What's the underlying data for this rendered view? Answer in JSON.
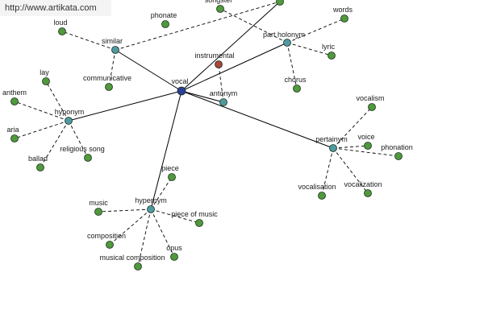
{
  "site_url": "http://www.artikata.com",
  "colors": {
    "center": "#2a3f9a",
    "hub": "#4f9aa0",
    "leaf": "#4e9a3c",
    "highlight": "#a8473a",
    "edge": "#000000"
  },
  "nodes": [
    {
      "id": "vocal",
      "label": "vocal",
      "kind": "center"
    },
    {
      "id": "similar",
      "label": "similar",
      "kind": "hub"
    },
    {
      "id": "hyponym",
      "label": "hyponym",
      "kind": "hub"
    },
    {
      "id": "hypernym",
      "label": "hypernym",
      "kind": "hub"
    },
    {
      "id": "antonym",
      "label": "antonym",
      "kind": "hub"
    },
    {
      "id": "part-holonym",
      "label": "part holonym",
      "kind": "hub"
    },
    {
      "id": "pertainym",
      "label": "pertainym",
      "kind": "hub"
    },
    {
      "id": "instrumental",
      "label": "instrumental",
      "kind": "highlight"
    },
    {
      "id": "loud",
      "label": "loud",
      "kind": "leaf"
    },
    {
      "id": "communicative",
      "label": "communicative",
      "kind": "leaf"
    },
    {
      "id": "phonate",
      "label": "phonate",
      "kind": "leaf"
    },
    {
      "id": "songster",
      "label": "songster",
      "kind": "leaf"
    },
    {
      "id": "top-a",
      "label": "",
      "kind": "leaf"
    },
    {
      "id": "words",
      "label": "words",
      "kind": "leaf"
    },
    {
      "id": "lyric",
      "label": "lyric",
      "kind": "leaf"
    },
    {
      "id": "chorus",
      "label": "chorus",
      "kind": "leaf"
    },
    {
      "id": "lay",
      "label": "lay",
      "kind": "leaf"
    },
    {
      "id": "anthem",
      "label": "anthem",
      "kind": "leaf"
    },
    {
      "id": "aria",
      "label": "aria",
      "kind": "leaf"
    },
    {
      "id": "ballad",
      "label": "ballad",
      "kind": "leaf"
    },
    {
      "id": "religious-song",
      "label": "religious song",
      "kind": "leaf"
    },
    {
      "id": "vocalism",
      "label": "vocalism",
      "kind": "leaf"
    },
    {
      "id": "voice",
      "label": "voice",
      "kind": "leaf"
    },
    {
      "id": "phonation",
      "label": "phonation",
      "kind": "leaf"
    },
    {
      "id": "vocalization",
      "label": "vocalization",
      "kind": "leaf"
    },
    {
      "id": "vocalisation",
      "label": "vocalisation",
      "kind": "leaf"
    },
    {
      "id": "piece",
      "label": "piece",
      "kind": "leaf"
    },
    {
      "id": "music",
      "label": "music",
      "kind": "leaf"
    },
    {
      "id": "piece-of-music",
      "label": "piece of music",
      "kind": "leaf"
    },
    {
      "id": "composition",
      "label": "composition",
      "kind": "leaf"
    },
    {
      "id": "musical-composition",
      "label": "musical composition",
      "kind": "leaf"
    },
    {
      "id": "opus",
      "label": "opus",
      "kind": "leaf"
    }
  ],
  "edges": [
    {
      "from": "vocal",
      "to": "similar",
      "style": "solid"
    },
    {
      "from": "vocal",
      "to": "hyponym",
      "style": "solid"
    },
    {
      "from": "vocal",
      "to": "hypernym",
      "style": "solid"
    },
    {
      "from": "vocal",
      "to": "antonym",
      "style": "solid"
    },
    {
      "from": "vocal",
      "to": "part-holonym",
      "style": "solid"
    },
    {
      "from": "vocal",
      "to": "pertainym",
      "style": "solid"
    },
    {
      "from": "vocal",
      "to": "top-a",
      "style": "solid"
    },
    {
      "from": "similar",
      "to": "loud",
      "style": "dashed"
    },
    {
      "from": "similar",
      "to": "communicative",
      "style": "dashed"
    },
    {
      "from": "similar",
      "to": "top-a",
      "style": "dashed"
    },
    {
      "from": "antonym",
      "to": "instrumental",
      "style": "dashed"
    },
    {
      "from": "part-holonym",
      "to": "words",
      "style": "dashed"
    },
    {
      "from": "part-holonym",
      "to": "lyric",
      "style": "dashed"
    },
    {
      "from": "part-holonym",
      "to": "chorus",
      "style": "dashed"
    },
    {
      "from": "part-holonym",
      "to": "songster",
      "style": "dashed"
    },
    {
      "from": "hyponym",
      "to": "lay",
      "style": "dashed"
    },
    {
      "from": "hyponym",
      "to": "anthem",
      "style": "dashed"
    },
    {
      "from": "hyponym",
      "to": "aria",
      "style": "dashed"
    },
    {
      "from": "hyponym",
      "to": "ballad",
      "style": "dashed"
    },
    {
      "from": "hyponym",
      "to": "religious-song",
      "style": "dashed"
    },
    {
      "from": "pertainym",
      "to": "vocalism",
      "style": "dashed"
    },
    {
      "from": "pertainym",
      "to": "voice",
      "style": "dashed"
    },
    {
      "from": "pertainym",
      "to": "phonation",
      "style": "dashed"
    },
    {
      "from": "pertainym",
      "to": "vocalization",
      "style": "dashed"
    },
    {
      "from": "pertainym",
      "to": "vocalisation",
      "style": "dashed"
    },
    {
      "from": "hypernym",
      "to": "piece",
      "style": "dashed"
    },
    {
      "from": "hypernym",
      "to": "music",
      "style": "dashed"
    },
    {
      "from": "hypernym",
      "to": "piece-of-music",
      "style": "dashed"
    },
    {
      "from": "hypernym",
      "to": "composition",
      "style": "dashed"
    },
    {
      "from": "hypernym",
      "to": "musical-composition",
      "style": "dashed"
    },
    {
      "from": "hypernym",
      "to": "opus",
      "style": "dashed"
    }
  ]
}
